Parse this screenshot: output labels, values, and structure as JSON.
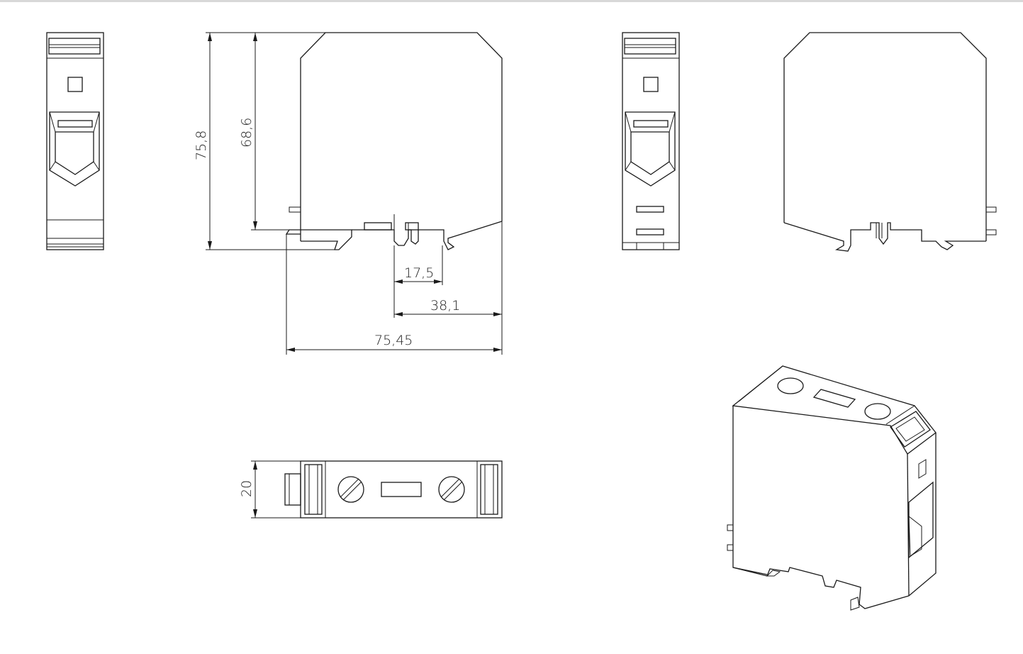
{
  "diagram": {
    "dimensions": {
      "overall_height": "75,8",
      "body_height": "68,6",
      "rail_offset": "17,5",
      "half_width": "38,1",
      "overall_width": "75,45",
      "thickness": "20"
    }
  }
}
